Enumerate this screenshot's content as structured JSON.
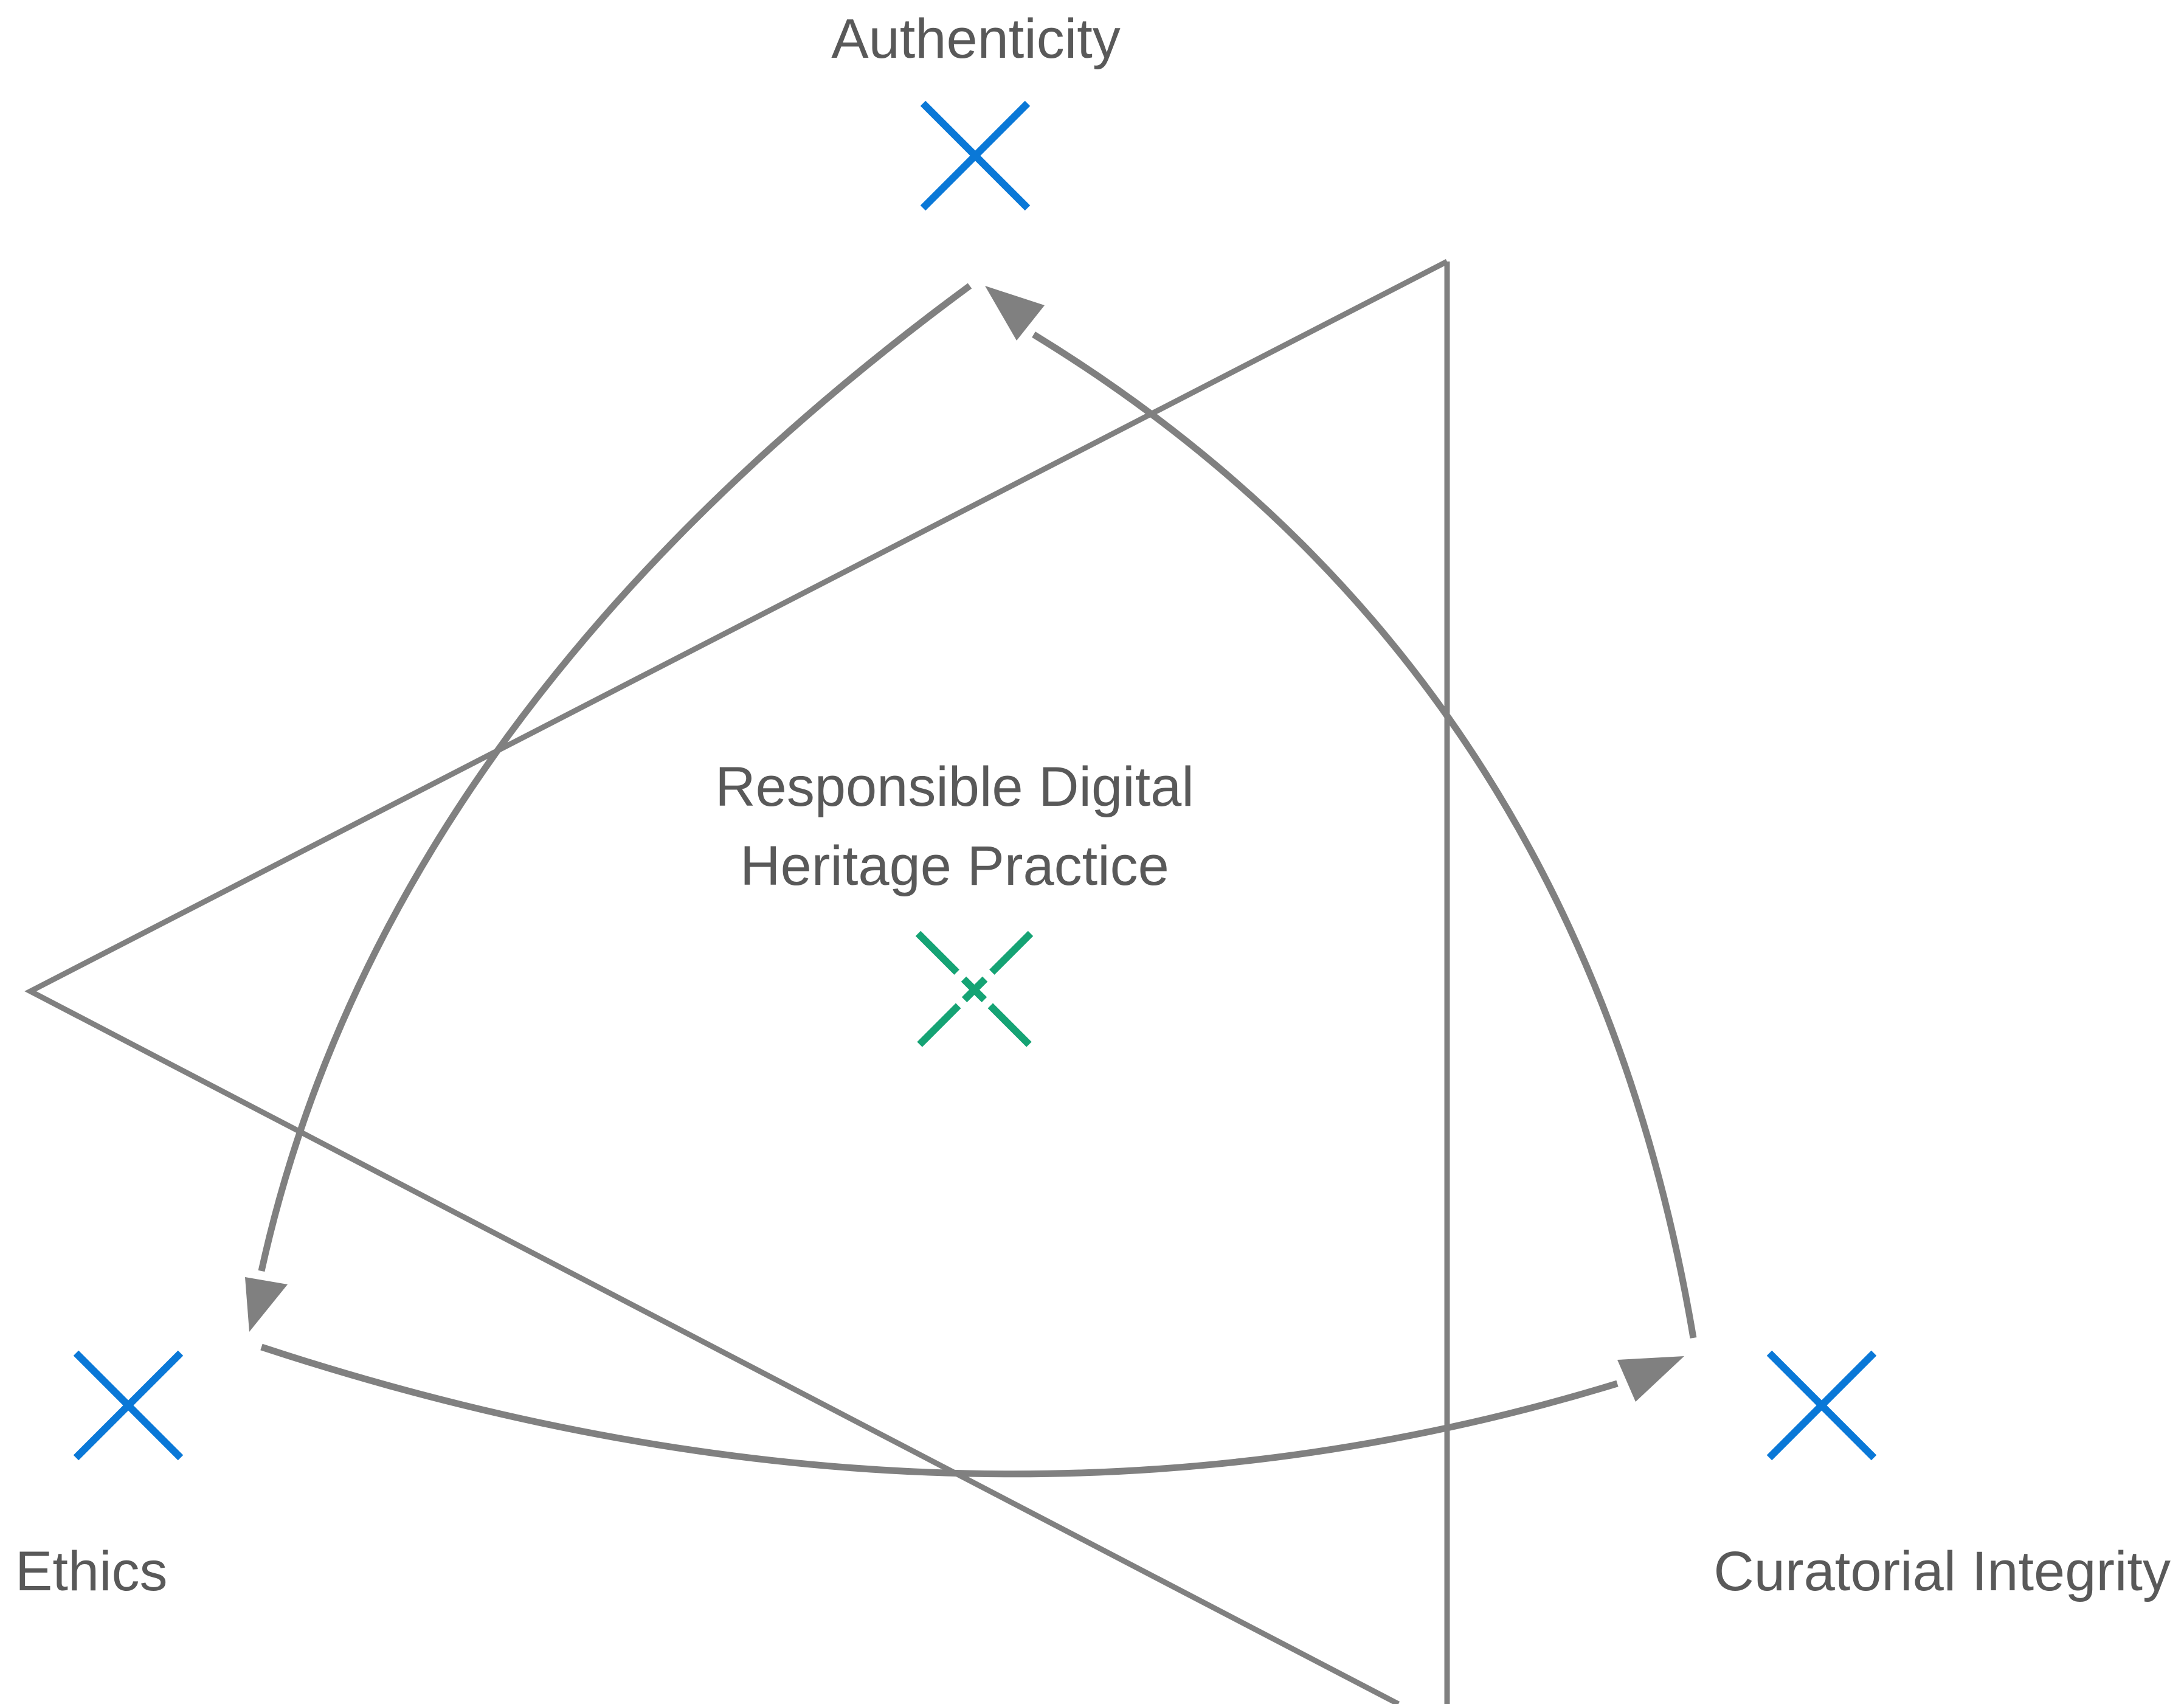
{
  "nodes": {
    "top": {
      "label": "Authenticity"
    },
    "left": {
      "label": "Ethics"
    },
    "right": {
      "label": "Curatorial Integrity"
    },
    "center": {
      "line1": "Responsible Digital",
      "line2": "Heritage Practice"
    }
  },
  "colors": {
    "outer_marker": "#0a78d7",
    "center_marker": "#15a374",
    "lines": "#808080",
    "text": "#595959"
  },
  "icons": {
    "outer_marker": "x-cross-icon",
    "center_marker": "dashed-x-cross-icon",
    "arrowhead": "arrowhead-icon"
  }
}
